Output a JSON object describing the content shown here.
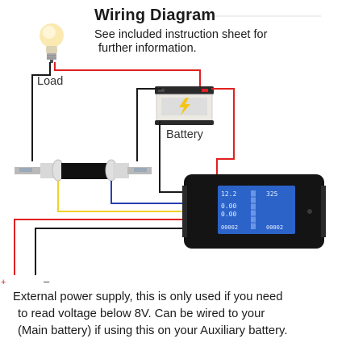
{
  "title": "Wiring Diagram",
  "subtitle_lines": [
    "See included instruction sheet for",
    "further information."
  ],
  "labels": {
    "load": "Load",
    "battery": "Battery",
    "plus": "+",
    "minus": "–"
  },
  "meter_display": {
    "left_values": [
      "12.2",
      "0.00",
      "0.00",
      "00002"
    ],
    "right_values": [
      "325",
      "",
      "",
      "00002"
    ]
  },
  "footer_lines": [
    "External power supply, this is only used if you need",
    "to read voltage below 8V. Can be wired to your",
    "(Main battery) if using this on your Auxiliary battery."
  ],
  "colors": {
    "positive_wire": "#e02020",
    "negative_wire": "#1a1a1a",
    "shunt_wire_yellow": "#f2d22a",
    "shunt_wire_blue": "#2a3fb0",
    "meter_screen": "#2b63c9",
    "meter_body": "#141414"
  }
}
